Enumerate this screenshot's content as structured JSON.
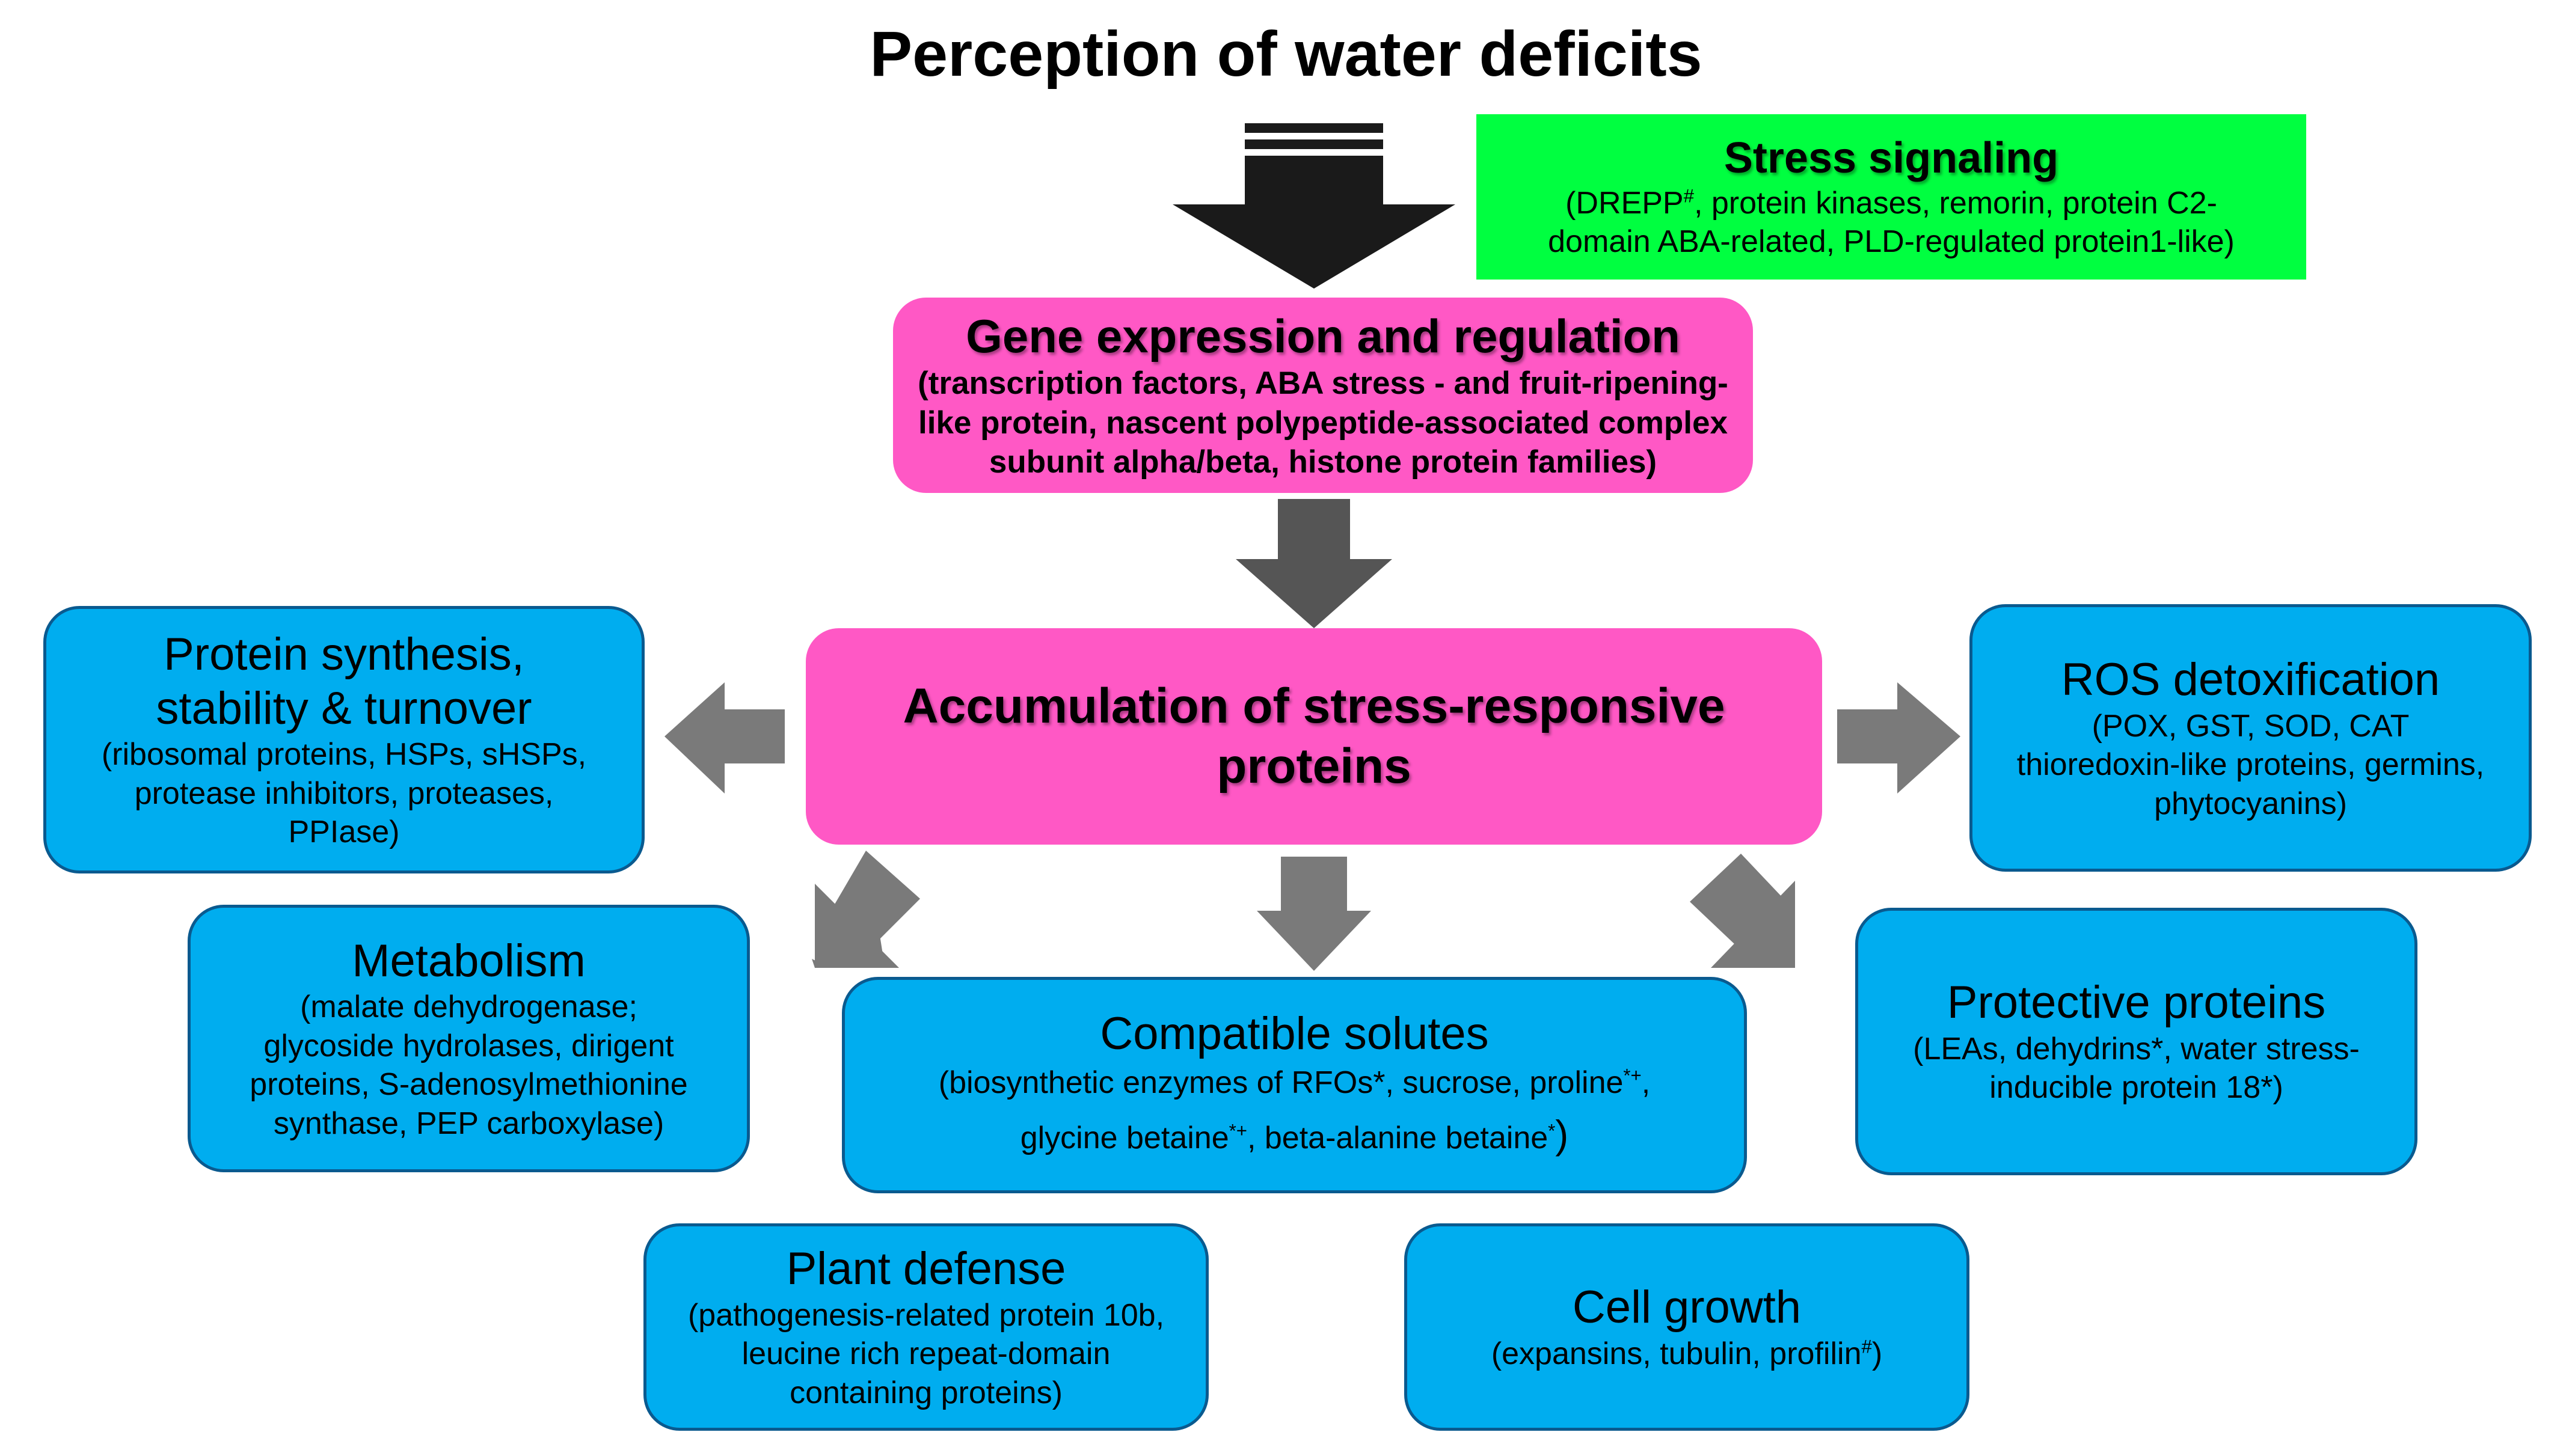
{
  "title": "Perception of water deficits",
  "colors": {
    "box_blue": "#00adef",
    "box_pink": "#ff58c5",
    "box_green": "#00ff40",
    "arrow_black": "#1a1a1a",
    "arrow_dark_gray": "#555555",
    "arrow_gray": "#7a7a7a"
  },
  "stress_signaling": {
    "heading": "Stress signaling",
    "line1_a": "(DREPP",
    "line1_sup": "#",
    "line1_b": ", protein kinases, remorin, protein C2-",
    "line2": "domain ABA-related, PLD-regulated protein1-like)"
  },
  "gene_expression": {
    "heading": "Gene expression and regulation",
    "lines": [
      "(transcription factors, ABA stress - and fruit-ripening-",
      "like protein, nascent polypeptide-associated complex",
      "subunit alpha/beta, histone  protein families)"
    ]
  },
  "accumulation": {
    "line1": "Accumulation of stress-responsive",
    "line2": "proteins"
  },
  "protein_synthesis": {
    "heading1": "Protein synthesis,",
    "heading2": "stability & turnover",
    "lines": [
      "(ribosomal proteins, HSPs, sHSPs,",
      "protease inhibitors, proteases,",
      "PPIase)"
    ]
  },
  "ros_detox": {
    "heading": "ROS detoxification",
    "lines": [
      "(POX, GST, SOD, CAT",
      "thioredoxin-like proteins, germins,",
      "phytocyanins)"
    ]
  },
  "metabolism": {
    "heading": "Metabolism",
    "lines": [
      "(malate dehydrogenase;",
      "glycoside hydrolases, dirigent",
      "proteins, S-adenosylmethionine",
      "synthase, PEP carboxylase)"
    ]
  },
  "compatible_solutes": {
    "heading": "Compatible solutes",
    "line1_a": "(biosynthetic enzymes of RFOs*, sucrose, proline",
    "line1_sup": "*+",
    "line1_b": ",",
    "line2_a": "glycine betaine",
    "line2_sup": "*+",
    "line2_b": ", beta-alanine betaine",
    "line2_sup2": "*",
    "line2_c": ")"
  },
  "protective_proteins": {
    "heading": "Protective proteins",
    "lines": [
      "(LEAs, dehydrins*, water stress-",
      "inducible protein 18*)"
    ]
  },
  "plant_defense": {
    "heading": "Plant defense",
    "lines": [
      "(pathogenesis-related protein 10b,",
      "leucine rich repeat-domain",
      "containing proteins)"
    ]
  },
  "cell_growth": {
    "heading": "Cell growth",
    "line1_a": "(expansins, tubulin, profilin",
    "line1_sup": "#",
    "line1_b": ")"
  }
}
